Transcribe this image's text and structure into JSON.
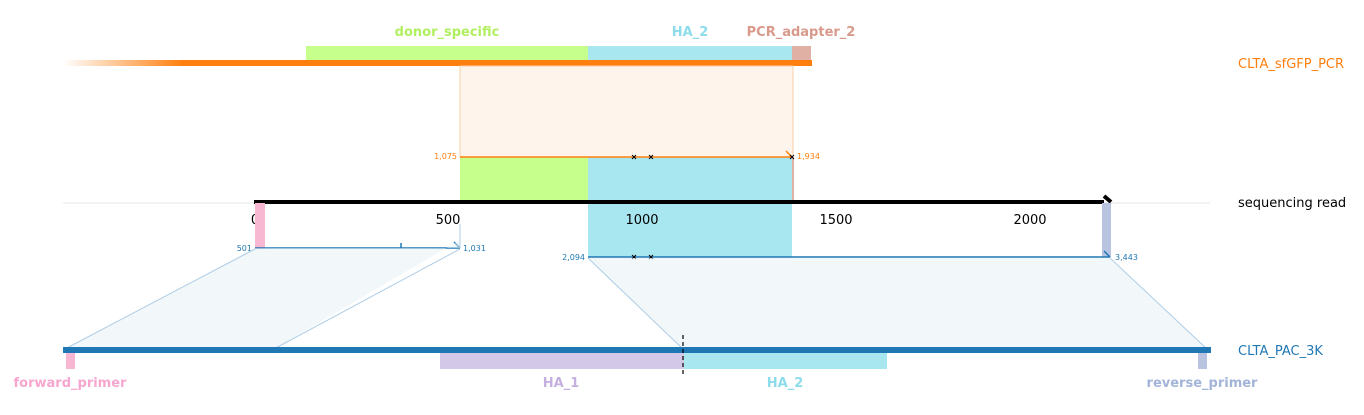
{
  "top_track": {
    "name": "CLTA_sfGFP_PCR",
    "color": "#ff7f0e",
    "features": [
      {
        "name": "donor_specific",
        "color": "#c6ff8c",
        "label_color": "#b0f060"
      },
      {
        "name": "HA_2",
        "color": "#a8e6f0",
        "label_color": "#8cdceb"
      },
      {
        "name": "PCR_adapter_2",
        "color": "#e0b0a5",
        "label_color": "#d99a8b"
      }
    ],
    "alignment": {
      "start": "1,075",
      "end": "1,934"
    }
  },
  "read": {
    "name": "sequencing read",
    "ticks": [
      "0",
      "500",
      "1000",
      "1500",
      "2000"
    ]
  },
  "bottom_track": {
    "name": "CLTA_PAC_3K",
    "color": "#1f77b4",
    "features": [
      {
        "name": "forward_primer",
        "color": "#f7b6d2",
        "label_color": "#f7a6cf"
      },
      {
        "name": "HA_1",
        "color": "#d4c8e8",
        "label_color": "#c5b0e0"
      },
      {
        "name": "HA_2",
        "color": "#a8e6f0",
        "label_color": "#8cdceb"
      },
      {
        "name": "reverse_primer",
        "color": "#b8c4e0",
        "label_color": "#a3b4d9"
      }
    ],
    "alignment_1": {
      "start": "501",
      "end": "1,031"
    },
    "alignment_2": {
      "start": "2,094",
      "end": "3,443"
    }
  }
}
